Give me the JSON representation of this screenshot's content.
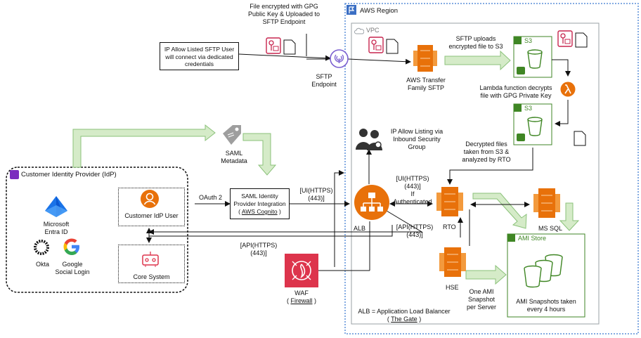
{
  "region": {
    "label": "AWS Region"
  },
  "vpc": {
    "label": "VPC"
  },
  "idp": {
    "title": "Customer Identity Provider (IdP)",
    "entra": [
      "Microsoft",
      "Entra ID"
    ],
    "okta": "Okta",
    "google": [
      "Google",
      "Social Login"
    ],
    "user": "Customer IdP User",
    "core": "Core System"
  },
  "sftp": {
    "encrypted_note": [
      "File encrypted with GPG",
      "Public Key & Uploaded to",
      "SFTP Endpoint"
    ],
    "user_box": [
      "IP Allow Listed SFTP User",
      "will connect via dedicated",
      "credentials"
    ],
    "endpoint": [
      "SFTP",
      "Endpoint"
    ],
    "uploads": [
      "SFTP uploads",
      "encrypted file to S3"
    ],
    "transfer": [
      "AWS Transfer",
      "Family SFTP"
    ]
  },
  "s3": {
    "label1": "S3",
    "label2": "S3"
  },
  "lambda": {
    "note": [
      "Lambda function decrypts",
      "file with GPG Private Key"
    ]
  },
  "saml": {
    "metadata": [
      "SAML",
      "Metadata"
    ],
    "box": [
      "SAML Identity",
      "Provider Integration",
      "AWS Cognito"
    ],
    "oauth": "OAuth 2",
    "ui_https": [
      "[UI(HTTPS)",
      "(443)]"
    ]
  },
  "ip_allow": [
    "IP Allow Listing via",
    "Inbound Security",
    "Group"
  ],
  "decrypted": [
    "Decrypted files",
    "taken from S3 &",
    "analyzed by RTO"
  ],
  "alb": {
    "label": "ALB",
    "ui_auth": [
      "[UI(HTTPS)",
      "(443)]",
      "If",
      "Authenticated"
    ],
    "api_right": [
      "[API(HTTPS)",
      "(443)]"
    ],
    "api_left": [
      "[API(HTTPS)",
      "(443)]"
    ],
    "legend": "ALB = Application Load Balancer",
    "gate": "The Gate"
  },
  "rto": "RTO",
  "mssql": "MS SQL",
  "hse": "HSE",
  "ami": {
    "store": "AMI Store",
    "one": [
      "One AMI",
      "Snapshot",
      "per Server"
    ],
    "snapshots": [
      "AMI Snapshots taken",
      "every 4 hours"
    ]
  },
  "waf": {
    "label": "WAF",
    "firewall": "Firewall"
  },
  "colors": {
    "orange": "#E8710A",
    "green": "#3F8624",
    "pink": "#C7254E",
    "blue": "#3B6FC4",
    "arrow_fill": "#D5EBC8"
  }
}
